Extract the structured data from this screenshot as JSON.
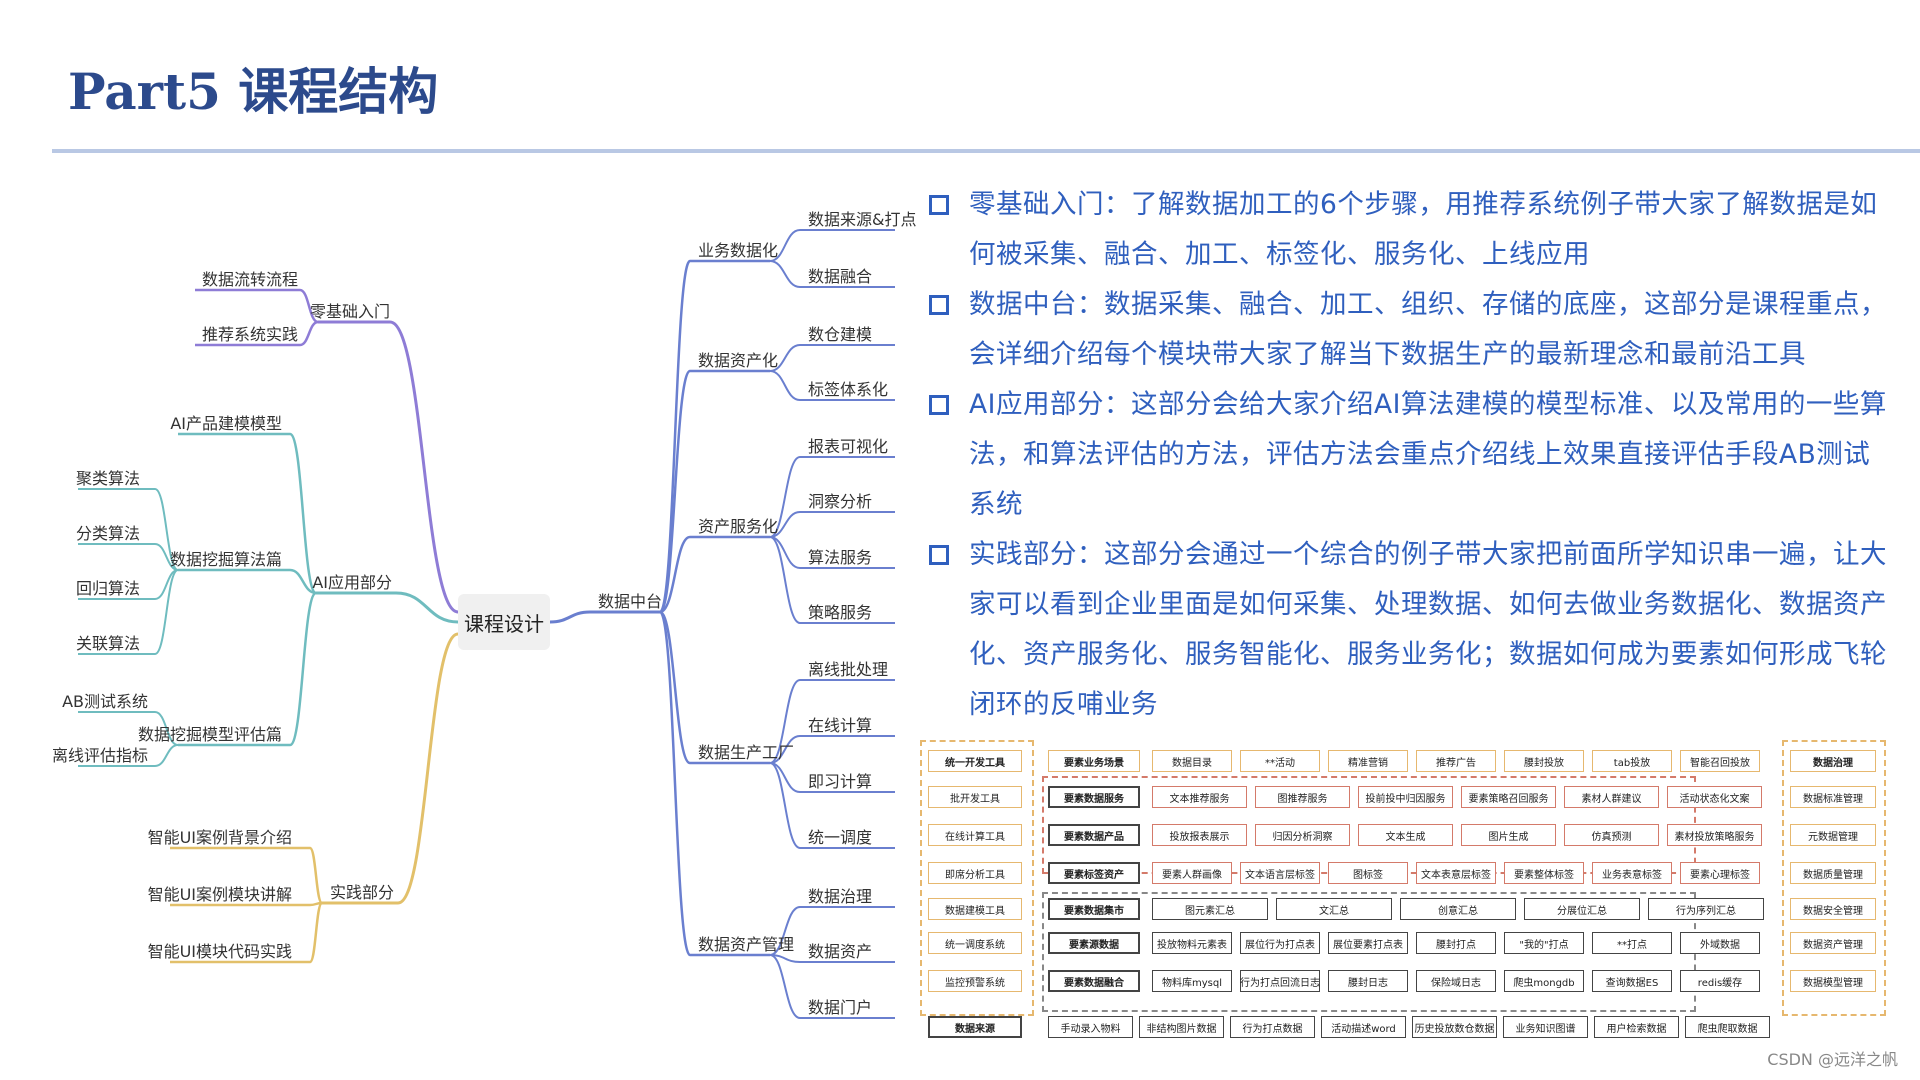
{
  "header": {
    "title": "Part5 课程结构"
  },
  "mindmap": {
    "root": "课程设计",
    "left": [
      {
        "label": "零基础入门",
        "color": "#8e7cd6",
        "children": [
          "数据流转流程",
          "推荐系统实践"
        ]
      },
      {
        "label": "AI应用部分",
        "color": "#6fbcbf",
        "children": [
          {
            "label": "AI产品建模模型",
            "children": []
          },
          {
            "label": "数据挖掘算法篇",
            "children": [
              "聚类算法",
              "分类算法",
              "回归算法",
              "关联算法"
            ]
          },
          {
            "label": "数据挖掘模型评估篇",
            "children": [
              "AB测试系统",
              "离线评估指标"
            ]
          }
        ]
      },
      {
        "label": "实践部分",
        "color": "#e2c06a",
        "children": [
          "智能UI案例背景介绍",
          "智能UI案例模块讲解",
          "智能UI模块代码实践"
        ]
      }
    ],
    "right": {
      "label": "数据中台",
      "color": "#6a7fcf",
      "children": [
        {
          "label": "业务数据化",
          "children": [
            "数据来源&打点",
            "数据融合"
          ]
        },
        {
          "label": "数据资产化",
          "children": [
            "数仓建模",
            "标签体系化"
          ]
        },
        {
          "label": "资产服务化",
          "children": [
            "报表可视化",
            "洞察分析",
            "算法服务",
            "策略服务"
          ]
        },
        {
          "label": "数据生产工厂",
          "children": [
            "离线批处理",
            "在线计算",
            "即习计算",
            "统一调度"
          ]
        },
        {
          "label": "数据资产管理",
          "children": [
            "数据治理",
            "数据资产",
            "数据门户"
          ]
        }
      ]
    }
  },
  "bullets": [
    "零基础入门：了解数据加工的6个步骤，用推荐系统例子带大家了解数据是如何被采集、融合、加工、标签化、服务化、上线应用",
    "数据中台：数据采集、融合、加工、组织、存储的底座，这部分是课程重点，会详细介绍每个模块带大家了解当下数据生产的最新理念和最前沿工具",
    "AI应用部分：这部分会给大家介绍AI算法建模的模型标准、以及常用的一些算法，和算法评估的方法，评估方法会重点介绍线上效果直接评估手段AB测试系统",
    "实践部分：这部分会通过一个综合的例子带大家把前面所学知识串一遍，让大家可以看到企业里面是如何采集、处理数据、如何去做业务数据化、数据资产化、资产服务化、服务智能化、服务业务化；数据如何成为要素如何形成飞轮闭环的反哺业务"
  ],
  "diagram": {
    "left_col": [
      "统一开发工具",
      "批开发工具",
      "在线计算工具",
      "即席分析工具",
      "数据建模工具",
      "统一调度系统",
      "监控预警系统"
    ],
    "right_col": [
      "数据治理",
      "数据标准管理",
      "元数据管理",
      "数据质量管理",
      "数据安全管理",
      "数据资产管理",
      "数据模型管理"
    ],
    "rows": [
      [
        "要素业务场景",
        "数据目录",
        "**活动",
        "精准营销",
        "推荐广告",
        "腰封投放",
        "tab投放",
        "智能召回投放"
      ],
      [
        "要素数据服务",
        "文本推荐服务",
        "图推荐服务",
        "投前投中归因服务",
        "要素策略召回服务",
        "素材人群建议",
        "活动状态化文案"
      ],
      [
        "要素数据产品",
        "投放报表展示",
        "归因分析洞察",
        "文本生成",
        "图片生成",
        "仿真预测",
        "素材投放策略服务"
      ],
      [
        "要素标签资产",
        "要素人群画像",
        "文本语言层标签",
        "图标签",
        "文本表意层标签",
        "要素整体标签",
        "业务表意标签",
        "要素心理标签"
      ],
      [
        "要素数据集市",
        "图元素汇总",
        "文汇总",
        "创意汇总",
        "分展位汇总",
        "行为序列汇总"
      ],
      [
        "要素源数据",
        "投放物料元素表",
        "展位行为打点表",
        "展位要素打点表",
        "腰封打点",
        "\"我的\"打点",
        "**打点",
        "外域数据"
      ],
      [
        "要素数据融合",
        "物料库mysql",
        "行为打点回流日志",
        "腰封日志",
        "保险域日志",
        "爬虫mongdb",
        "查询数据ES",
        "redis缓存"
      ]
    ],
    "source": [
      "数据来源",
      "手动录入物料",
      "非结构图片数据",
      "行为打点数据",
      "活动描述word",
      "历史投放数仓数据",
      "业务知识图谱",
      "用户检索数据",
      "爬虫爬取数据"
    ]
  },
  "watermark": "CSDN @远洋之帆"
}
